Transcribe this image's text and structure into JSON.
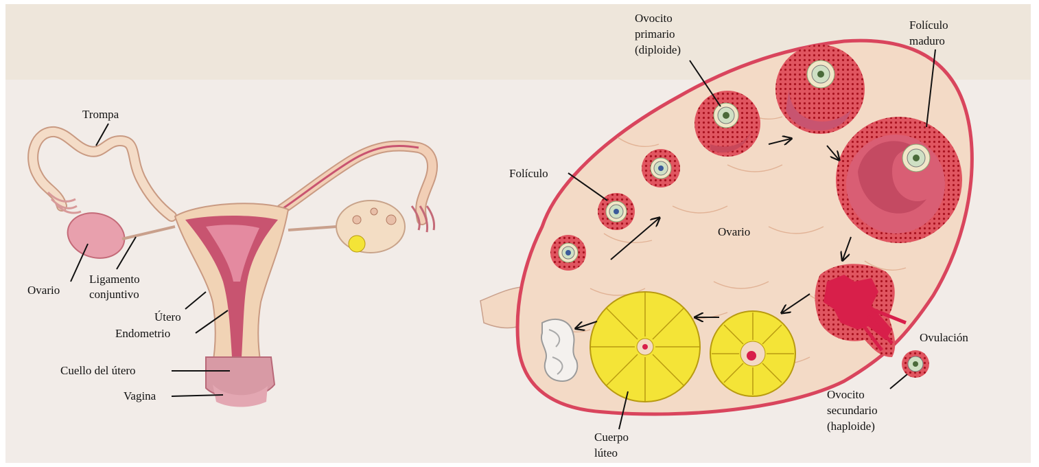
{
  "left_diagram": {
    "labels": {
      "trompa": "Trompa",
      "ovario": "Ovario",
      "ligamento": [
        "Ligamento",
        "conjuntivo"
      ],
      "utero": "Útero",
      "endometrio": "Endometrio",
      "cuello": "Cuello del útero",
      "vagina": "Vagina"
    }
  },
  "right_diagram": {
    "labels": {
      "ovocito_primario": [
        "Ovocito",
        "primario",
        "(diploide)"
      ],
      "foliculo_maduro": [
        "Folículo",
        "maduro"
      ],
      "foliculo": "Folículo",
      "ovario": "Ovario",
      "ovulacion": "Ovulación",
      "ovocito_secundario": [
        "Ovocito",
        "secundario",
        "(haploide)"
      ],
      "cuerpo_luteo": [
        "Cuerpo",
        "lúteo"
      ]
    }
  },
  "colors": {
    "background": "#f3eeea",
    "paper_top": "#ede3cf",
    "tissue": "#f1d3b5",
    "ovary_fill": "#f3d9c4",
    "ovary_border": "#d9455d",
    "follicle_red": "#e0404f",
    "follicle_dots": "#b8182b",
    "oocyte": "#cfe0c4",
    "corpus_luteum": "#f4e437",
    "endometrium": "#c85470",
    "pink_organ": "#e79aa8"
  }
}
